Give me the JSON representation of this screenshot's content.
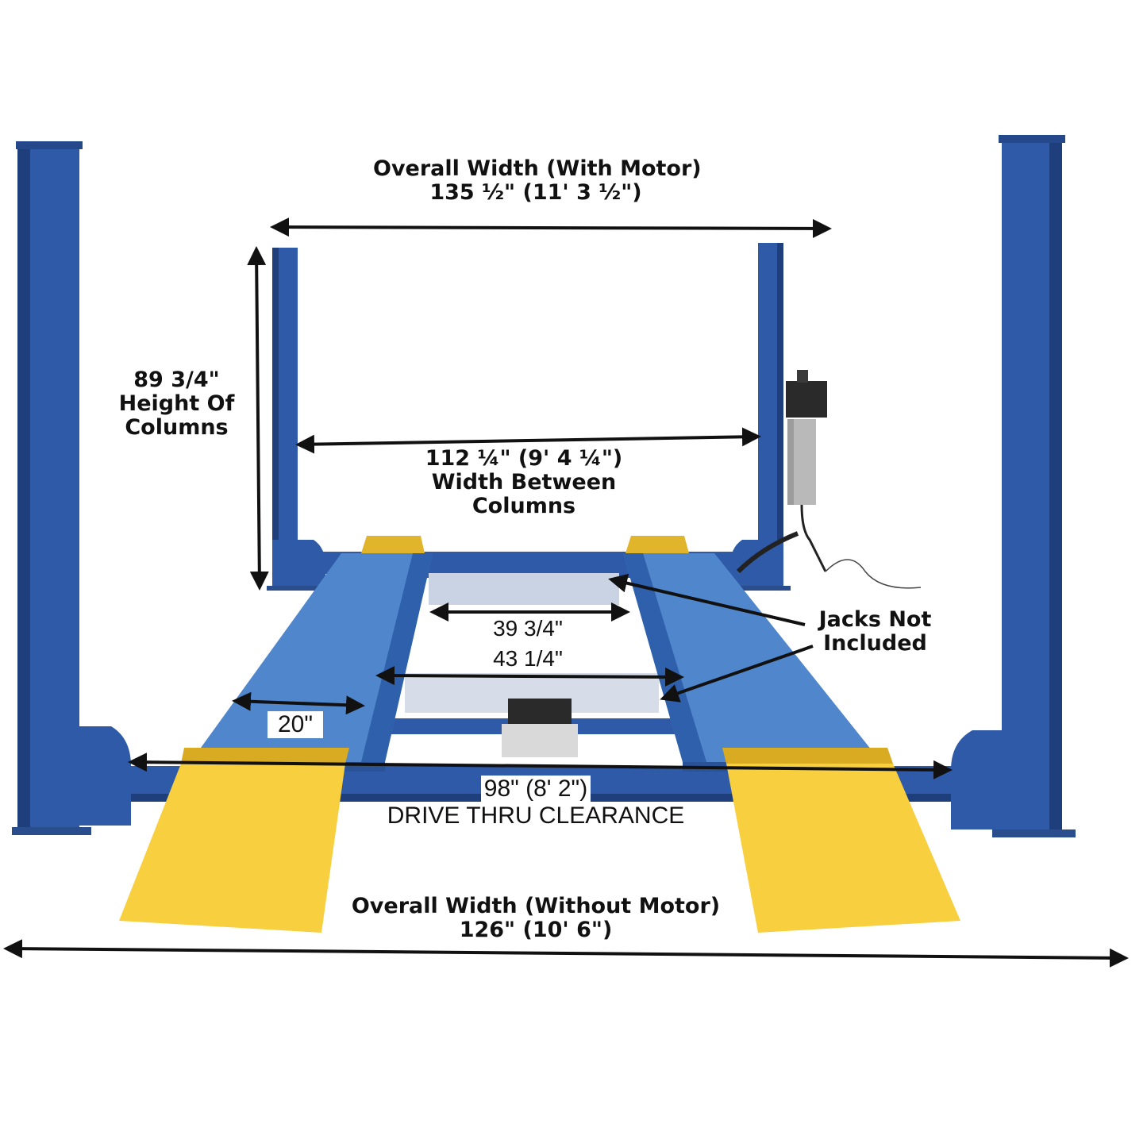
{
  "colors": {
    "lift_blue": "#2e5aa8",
    "lift_blue_dark": "#1f3f7c",
    "runway_blue": "#4f86cc",
    "ramp_yellow": "#f7cf3f",
    "ramp_yellow_dark": "#d9ab22",
    "motor_dark": "#2a2a2a",
    "arrow": "#111111"
  },
  "labels": {
    "overall_width_motor": {
      "title": "Overall Width (With Motor)",
      "value": "135 ½\" (11' 3 ½\")"
    },
    "column_height": {
      "value": "89 3/4\"",
      "line1": "Height Of",
      "line2": "Columns"
    },
    "width_between_columns": {
      "value": "112 ¼\" (9' 4 ¼\")",
      "line1": "Width Between",
      "line2": "Columns"
    },
    "jacks": {
      "line1": "Jacks Not",
      "line2": "Included"
    },
    "inner_39": "39 3/4\"",
    "inner_43": "43 1/4\"",
    "runway_width": "20\"",
    "drive_thru": {
      "value": "98\" (8' 2\")",
      "caption": "DRIVE THRU CLEARANCE"
    },
    "overall_width_no_motor": {
      "title": "Overall Width (Without Motor)",
      "value": "126\" (10' 6\")"
    }
  },
  "icons": {
    "motor": "hydraulic-power-unit-icon",
    "arrows": "double-headed-dimension-arrow"
  }
}
